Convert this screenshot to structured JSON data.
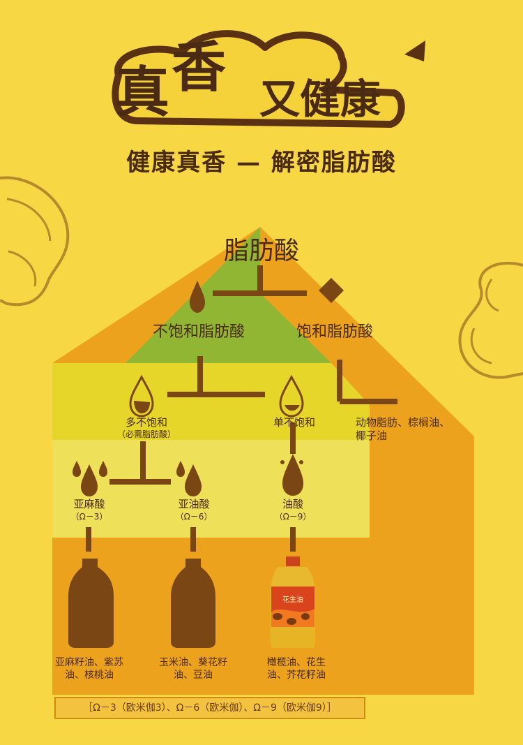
{
  "header": {
    "logo_text_1": "真",
    "logo_text_2": "香",
    "logo_text_3": "又健康",
    "subtitle": "健康真香 — 解密脂肪酸"
  },
  "tree": {
    "root": "脂肪酸",
    "unsaturated": "不饱和脂肪酸",
    "saturated": "饱和脂肪酸",
    "poly": "多不饱和",
    "poly_note": "（必需脂肪酸）",
    "mono": "单不饱和",
    "saturated_examples": "动物脂肪、棕榈油、椰子油",
    "linolenic": "亚麻酸",
    "linolenic_note": "（Ω－3）",
    "linoleic": "亚油酸",
    "linoleic_note": "（Ω－6）",
    "oleic": "油酸",
    "oleic_note": "（Ω－9）"
  },
  "bottles": {
    "left_label": "亚麻籽油、紫苏油、核桃油",
    "middle_label": "玉米油、葵花籽油、豆油",
    "right_label": "橄榄油、花生油、芥花籽油",
    "product_brand": "花生油"
  },
  "footer": {
    "text": "［Ω－3（欧米伽3）、Ω－6（欧米伽）、Ω－9（欧米伽9）］"
  },
  "colors": {
    "background": "#f7d743",
    "green_layer": "#90b633",
    "yellow_layer": "#e6d62a",
    "light_yellow_layer": "#efe05a",
    "orange_layer": "#eda21e",
    "brown": "#7a4613"
  }
}
